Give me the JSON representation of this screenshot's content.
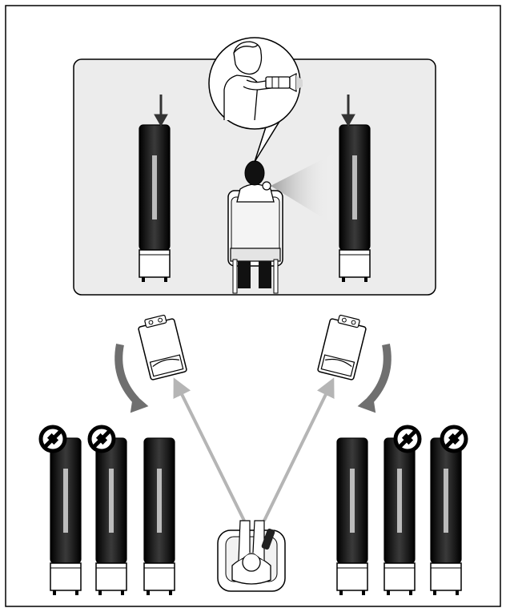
{
  "figure": {
    "description_text": "",
    "colors": {
      "frame": "#000000",
      "panel_fill": "#ececec",
      "speaker_body": "#1a1a1a",
      "speaker_highlight": "#c9c9c9",
      "sight_arrow": "#b5b5b5",
      "rotate_arrow": "#6f6f6f",
      "beam": "#cfcfcf"
    },
    "icons": [
      "down-arrow-icon",
      "person-with-light-icon",
      "listener-icon",
      "rotate-arrow-icon",
      "prohibited-icon",
      "speaker-icon"
    ],
    "prohibited_count": 4,
    "speaker_count_front": 2,
    "speaker_count_bottom": 6
  }
}
